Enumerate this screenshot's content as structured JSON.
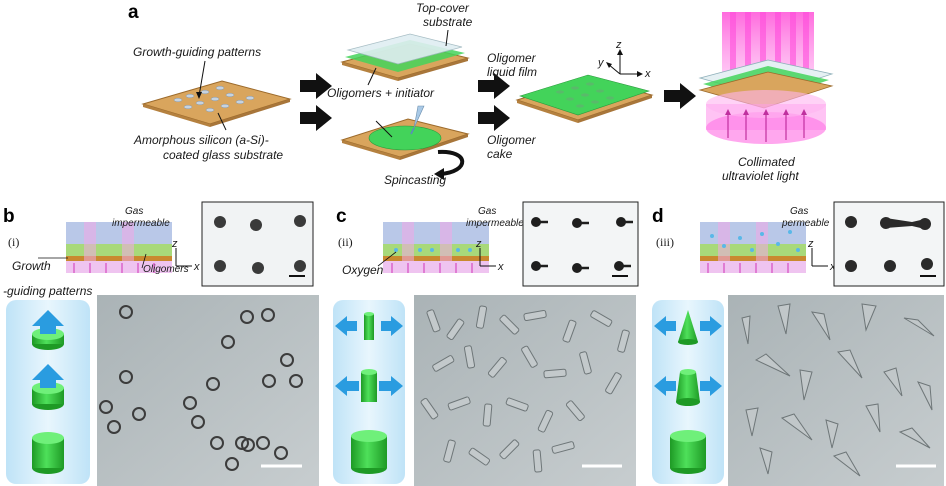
{
  "panels": {
    "a": "a",
    "b": "b",
    "c": "c",
    "d": "d"
  },
  "top": {
    "growth_guiding": "Growth-guiding patterns",
    "asi_line1": "Amorphous silicon (a-Si)-",
    "asi_line2": "coated glass substrate",
    "top_cover_line1": "Top-cover",
    "top_cover_line2": "substrate",
    "oligomers_initiator": "Oligomers + initiator",
    "liquid_film_line1": "Oligomer",
    "liquid_film_line2": "liquid film",
    "cake_line1": "Oligomer",
    "cake_line2": "cake",
    "spincasting": "Spincasting",
    "collimated_line1": "Collimated",
    "collimated_line2": "ultraviolet light",
    "axis_x": "x",
    "axis_y": "y",
    "axis_z": "z"
  },
  "b": {
    "numeral": "(i)",
    "gas_line1": "Gas",
    "gas_line2": "impermeable",
    "oligomers": "Oligomers",
    "growth_line1": "Growth",
    "growth_line2": "-guiding patterns",
    "axis_x": "x",
    "axis_z": "z"
  },
  "c": {
    "numeral": "(ii)",
    "gas_line1": "Gas",
    "gas_line2": "impermeable",
    "oxygen": "Oxygen",
    "axis_x": "x",
    "axis_z": "z"
  },
  "d": {
    "numeral": "(iii)",
    "gas_line1": "Gas",
    "gas_line2": "permeable",
    "axis_x": "x",
    "axis_z": "z"
  },
  "colors": {
    "substrate": "#d9a55d",
    "film": "#43d35a",
    "uv": "#ff3ad6",
    "arrow_blue": "#2a9ce0",
    "shape_green": "#2fd13a"
  }
}
